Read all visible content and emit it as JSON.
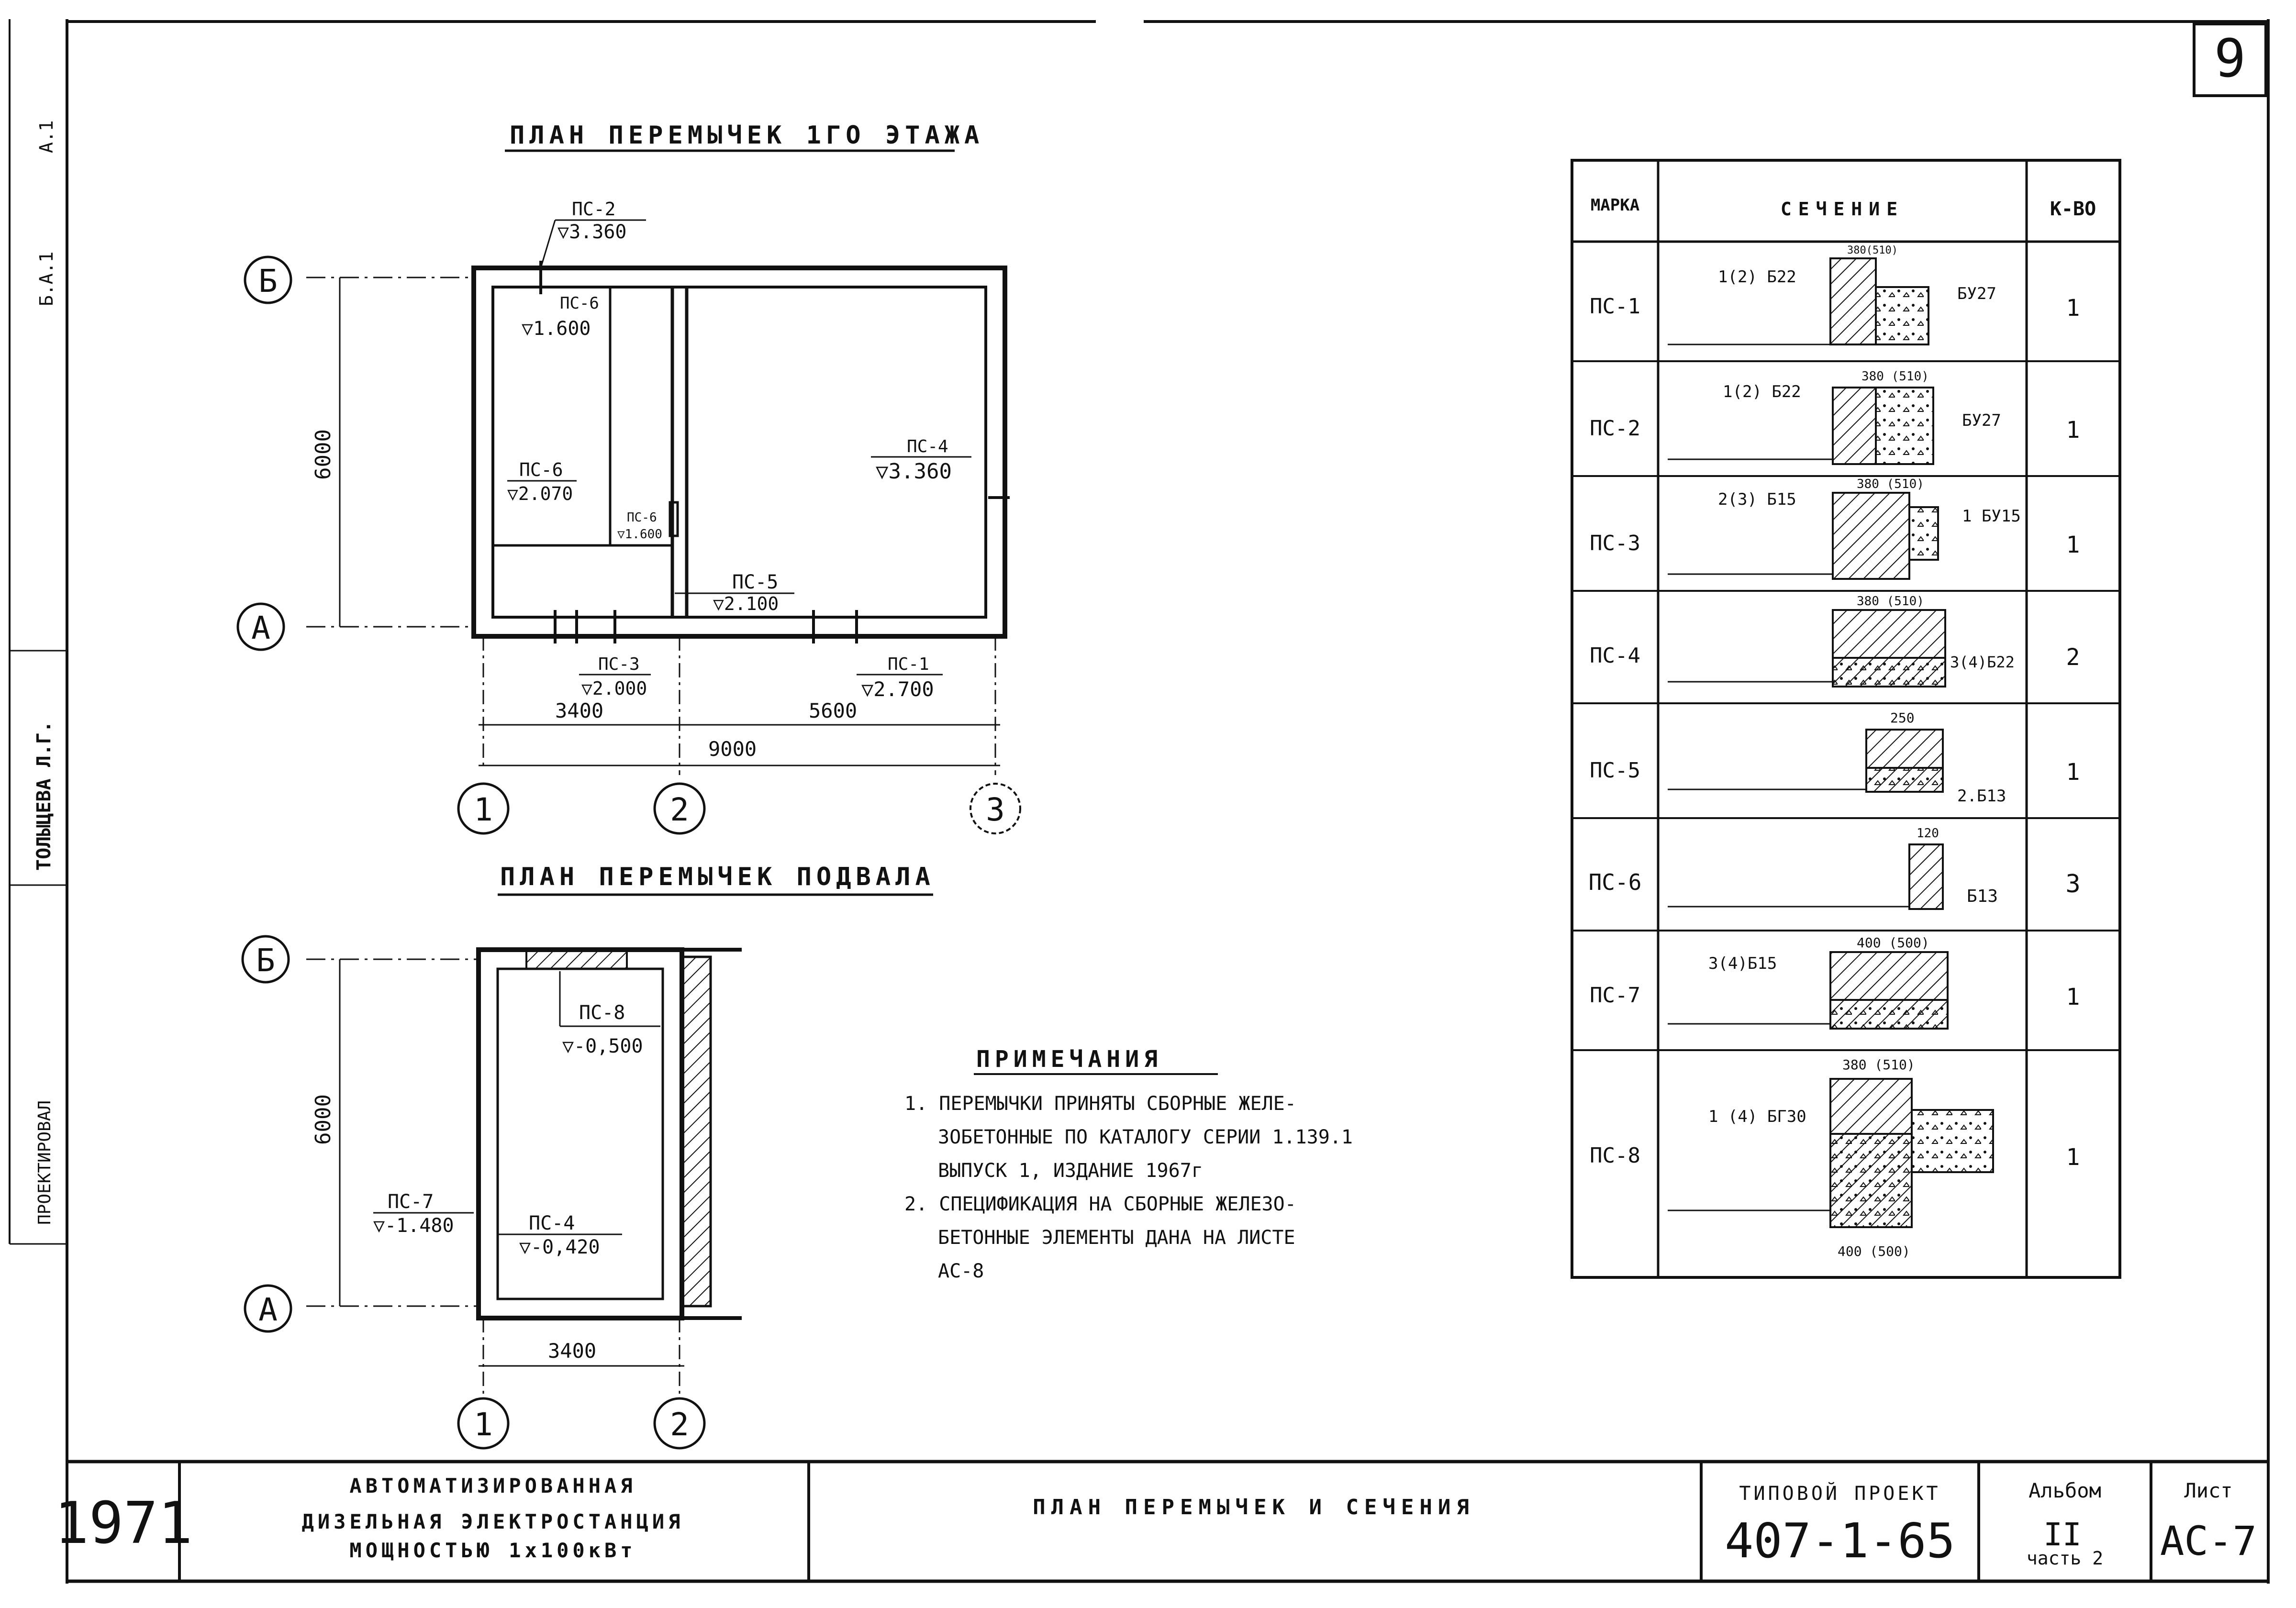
{
  "sheet_number": "9",
  "side_stamp": "ПРОЕКТИРОВАЛ",
  "side_stamp_name": "ТОЛЫЦЕВА Л.Г.",
  "side_marks": [
    "А.1",
    "Б.А.1"
  ],
  "first_floor": {
    "title": "ПЛАН ПЕРЕМЫЧЕК 1ГО ЭТАЖА",
    "axes_rows": [
      "Б",
      "А"
    ],
    "axes_cols": [
      "1",
      "2",
      "3"
    ],
    "dim_height": "6000",
    "dim_left": "3400",
    "dim_right": "5600",
    "dim_total": "9000",
    "callouts": [
      {
        "mark": "ПС-2",
        "level": "▽3.360"
      },
      {
        "mark": "ПС-6",
        "level": "▽1.600"
      },
      {
        "mark": "ПС-6",
        "level": "▽2.070"
      },
      {
        "mark": "ПС-6",
        "level": "▽1.600"
      },
      {
        "mark": "ПС-4",
        "level": "▽3.360"
      },
      {
        "mark": "ПС-5",
        "level": "▽2.100"
      },
      {
        "mark": "ПС-3",
        "level": "▽2.000"
      },
      {
        "mark": "ПС-1",
        "level": "▽2.700"
      }
    ]
  },
  "basement": {
    "title": "ПЛАН ПЕРЕМЫЧЕК ПОДВАЛА",
    "axes_rows": [
      "Б",
      "А"
    ],
    "axes_cols": [
      "1",
      "2"
    ],
    "dim_height": "6000",
    "dim_width": "3400",
    "callouts": [
      {
        "mark": "ПС-8",
        "level": "▽-0,500"
      },
      {
        "mark": "ПС-7",
        "level": "▽-1.480"
      },
      {
        "mark": "ПС-4",
        "level": "▽-0,420"
      }
    ]
  },
  "notes": {
    "title": "ПРИМЕЧАНИЯ",
    "lines": [
      "1. ПЕРЕМЫЧКИ ПРИНЯТЫ СБОРНЫЕ ЖЕЛЕ-",
      "ЗОБЕТОННЫЕ ПО КАТАЛОГУ СЕРИИ 1.139.1",
      "ВЫПУСК 1, ИЗДАНИЕ 1967г",
      "2. СПЕЦИФИКАЦИЯ НА СБОРНЫЕ ЖЕЛЕЗО-",
      "БЕТОННЫЕ ЭЛЕМЕНТЫ ДАНА НА ЛИСТЕ",
      "АС-8"
    ]
  },
  "table": {
    "headers": [
      "МАРКА",
      "СЕЧЕНИЕ",
      "К-ВО"
    ],
    "rows": [
      {
        "mark": "ПС-1",
        "count": "1",
        "labels": [
          "1(2) Б22",
          "БУ27",
          "380(510)"
        ]
      },
      {
        "mark": "ПС-2",
        "count": "1",
        "labels": [
          "1(2) Б22",
          "БУ27",
          "380 (510)"
        ]
      },
      {
        "mark": "ПС-3",
        "count": "1",
        "labels": [
          "2(3) Б15",
          "1 БУ15",
          "380 (510)"
        ]
      },
      {
        "mark": "ПС-4",
        "count": "2",
        "labels": [
          "3(4)Б22",
          "380 (510)"
        ]
      },
      {
        "mark": "ПС-5",
        "count": "1",
        "labels": [
          "2.Б13",
          "250"
        ]
      },
      {
        "mark": "ПС-6",
        "count": "3",
        "labels": [
          "Б13",
          "120"
        ]
      },
      {
        "mark": "ПС-7",
        "count": "1",
        "labels": [
          "3(4)Б15",
          "400 (500)"
        ]
      },
      {
        "mark": "ПС-8",
        "count": "1",
        "labels": [
          "1 (4) БГ30",
          "380 (510)",
          "400 (500)"
        ]
      }
    ]
  },
  "title_block": {
    "year": "1971",
    "object_lines": [
      "АВТОМАТИЗИРОВАННАЯ",
      "ДИЗЕЛЬНАЯ ЭЛЕКТРОСТАНЦИЯ",
      "МОЩНОСТЬЮ 1x100кВт"
    ],
    "sheet_title": "ПЛАН ПЕРЕМЫЧЕК И СЕЧЕНИЯ",
    "project_label": "ТИПОВОЙ ПРОЕКТ",
    "project_number": "407-1-65",
    "album_label": "Альбом",
    "album_number": "II",
    "album_part": "часть 2",
    "sheet_label": "Лист",
    "sheet_code": "АС-7"
  }
}
